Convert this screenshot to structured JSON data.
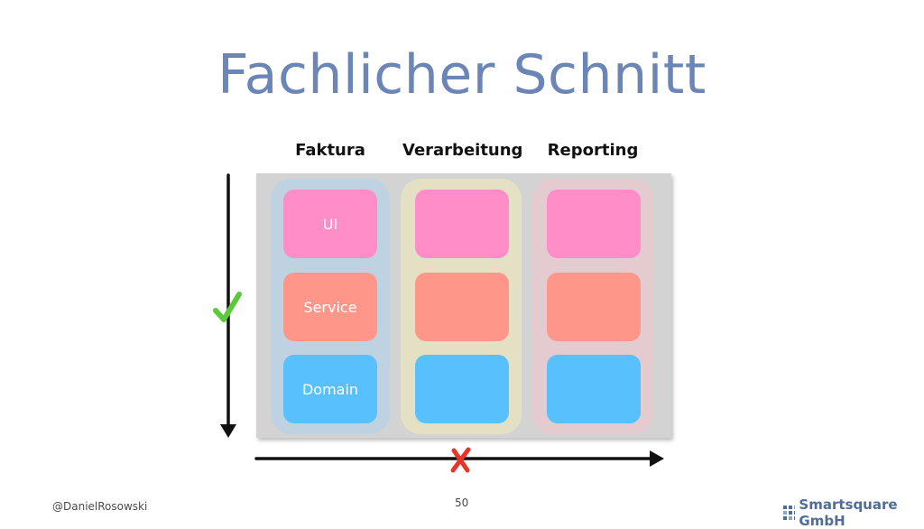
{
  "title": "Fachlicher Schnitt",
  "columns": [
    {
      "label": "Faktura",
      "tint": "#bed2e2"
    },
    {
      "label": "Verarbeitung",
      "tint": "#e3e0c4"
    },
    {
      "label": "Reporting",
      "tint": "#e4cbd0"
    }
  ],
  "layers": [
    {
      "label": "UI",
      "color": "#ff8ec8"
    },
    {
      "label": "Service",
      "color": "#ff968a"
    },
    {
      "label": "Domain",
      "color": "#59c0fe"
    }
  ],
  "markers": {
    "vertical": "check-icon",
    "horizontal": "cross-icon"
  },
  "footer": {
    "author": "@DanielRosowski",
    "page": "50",
    "company": "Smartsquare GmbH"
  }
}
